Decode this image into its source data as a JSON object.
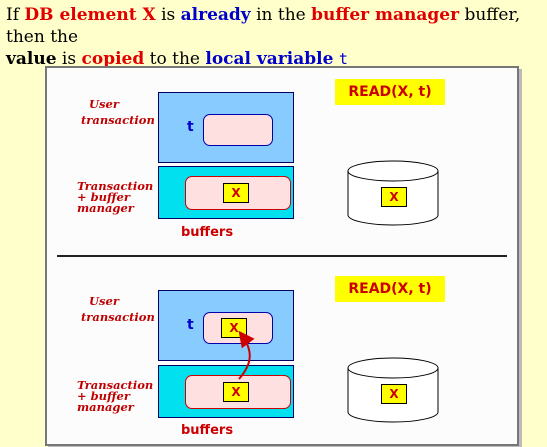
{
  "header": {
    "seg1": "If ",
    "seg2": "DB element X",
    "seg3": " is ",
    "seg4": "already",
    "seg5": " in the ",
    "seg6": "buffer manager",
    "seg7": " buffer, then the",
    "seg8": "value",
    "seg9": " is ",
    "seg10": "copied",
    "seg11": " to the ",
    "seg12": "local variable",
    "seg13": " ",
    "seg14": "t"
  },
  "top_scene": {
    "read_label": "READ(X, t)",
    "user_transaction_label_1": "User",
    "user_transaction_label_2": "transaction",
    "tb_label_1": "Transaction",
    "tb_label_2": "+ buffer",
    "tb_label_3": "manager",
    "t_label": "t",
    "buffer_x": "X",
    "disk_x": "X",
    "buffers_label": "buffers"
  },
  "bottom_scene": {
    "read_label": "READ(X, t)",
    "user_transaction_label_1": "User",
    "user_transaction_label_2": "transaction",
    "tb_label_1": "Transaction",
    "tb_label_2": "+ buffer",
    "tb_label_3": "manager",
    "t_label": "t",
    "local_x": "X",
    "buffer_x": "X",
    "disk_x": "X",
    "buffers_label": "buffers"
  },
  "colors": {
    "background": "#ffffcc",
    "accent_red": "#e00000",
    "accent_blue": "#0000cc",
    "user_box": "#88ccff",
    "buffer_box": "#00e0ee",
    "x_fill": "#ffff00"
  }
}
